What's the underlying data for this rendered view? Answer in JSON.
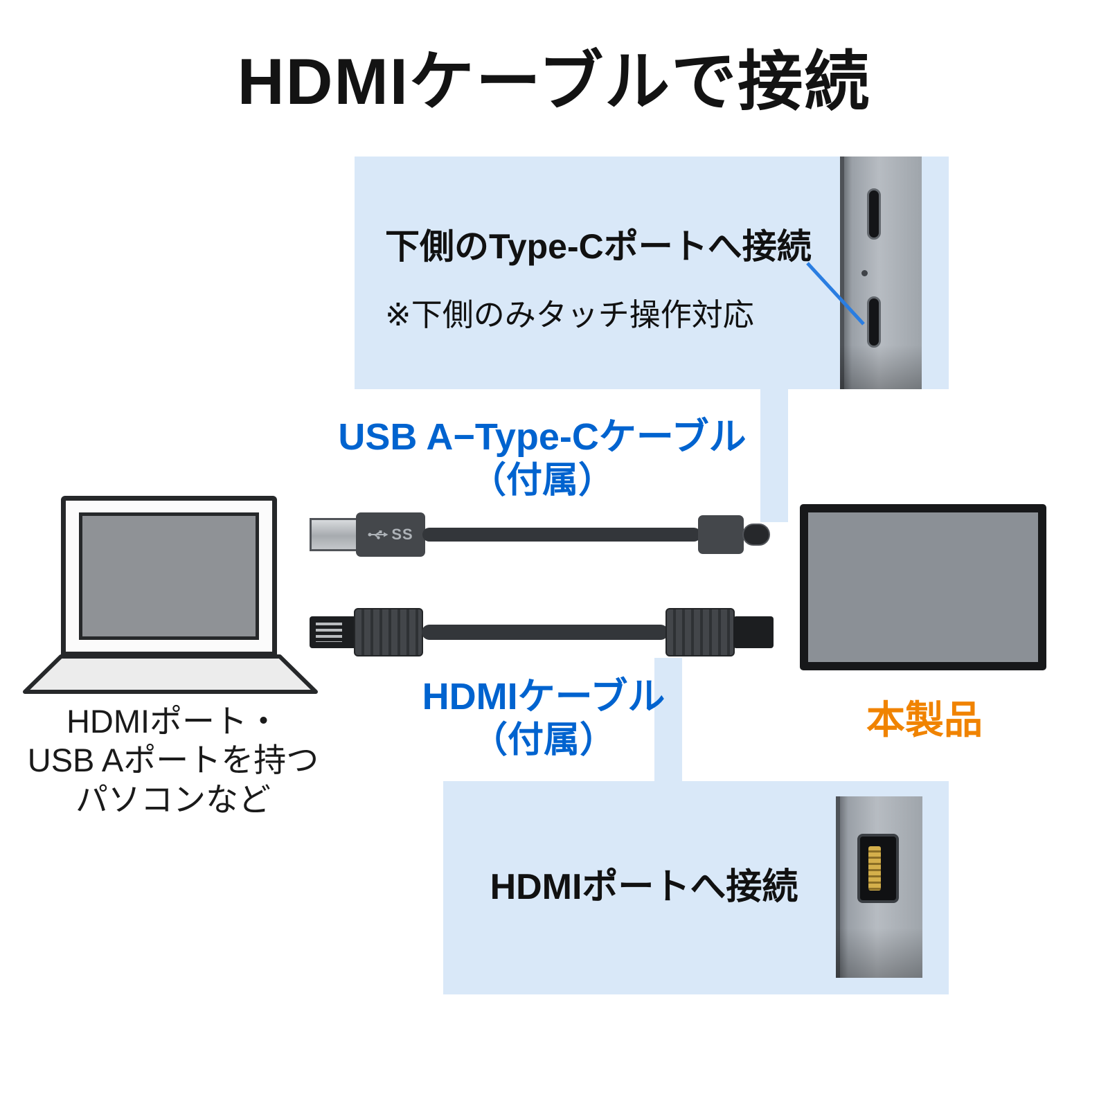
{
  "title": "HDMIケーブルで接続",
  "top_callout": {
    "heading": "下側のType-Cポートへ接続",
    "note": "※下側のみタッチ操作対応"
  },
  "bottom_callout": {
    "heading": "HDMIポートへ接続"
  },
  "cable_labels": {
    "usb_line1": "USB A−Type-Cケーブル",
    "usb_line2": "（付属）",
    "hdmi_line1": "HDMIケーブル",
    "hdmi_line2": "（付属）"
  },
  "laptop_caption": {
    "line1": "HDMIポート・",
    "line2": "USB Aポートを持つ",
    "line3": "パソコンなど"
  },
  "product_label": "本製品",
  "usb_connector_logo": "SS",
  "colors": {
    "callout_bg": "#d9e8f8",
    "label_blue": "#0063cf",
    "product_orange": "#f08300",
    "pointer_blue": "#2a7de1"
  }
}
